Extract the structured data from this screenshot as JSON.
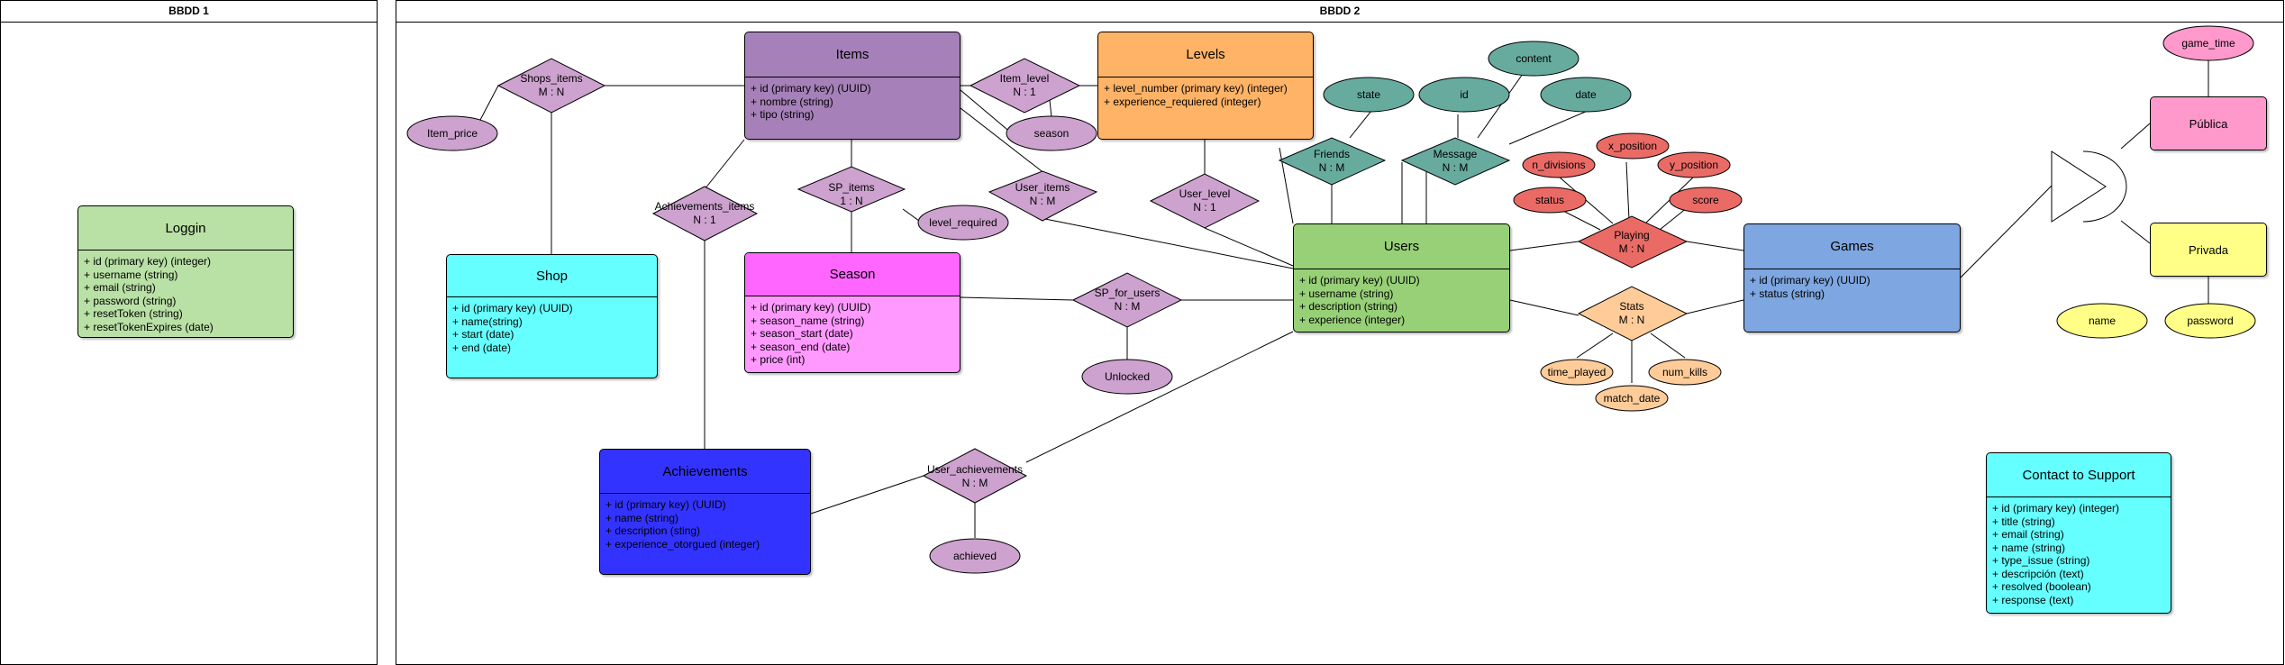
{
  "pools": [
    {
      "id": "bbdd1",
      "label": "BBDD 1"
    },
    {
      "id": "bbdd2",
      "label": "BBDD 2"
    }
  ],
  "entities": {
    "loggin": {
      "title": "Loggin",
      "color": "#b9e0a5",
      "fields": [
        "+ id (primary key) (integer)",
        "+ username (string)",
        "+ email (string)",
        "+ password (string)",
        "+ resetToken (string)",
        "+ resetTokenExpires (date)"
      ]
    },
    "items": {
      "title": "Items",
      "color": "#a680b8",
      "body_color": "#a680b8",
      "fields": [
        "+ id (primary key) (UUID)",
        "+ nombre (string)",
        "+ tipo (string)"
      ]
    },
    "levels": {
      "title": "Levels",
      "color": "#ffb366",
      "body_color": "#ffb366",
      "fields": [
        "+ level_number (primary key) (integer)",
        "+ experience_requiered (integer)"
      ]
    },
    "shop": {
      "title": "Shop",
      "color": "#66ffff",
      "body_color": "#66ffff",
      "fields": [
        "+ id (primary key) (UUID)",
        "+ name(string)",
        "+ start (date)",
        "+ end (date)"
      ]
    },
    "season": {
      "title": "Season",
      "color": "#ff66ff",
      "body_color": "#ff99ff",
      "fields": [
        "+ id (primary key) (UUID)",
        "+ season_name (string)",
        "+ season_start (date)",
        "+ season_end (date)",
        "+ price (int)"
      ]
    },
    "users": {
      "title": "Users",
      "color": "#97d077",
      "body_color": "#97d077",
      "fields": [
        "+ id (primary key) (UUID)",
        "+ username (string)",
        "+ description (string)",
        "+ experience (integer)"
      ]
    },
    "games": {
      "title": "Games",
      "color": "#7ea6e0",
      "body_color": "#7ea6e0",
      "fields": [
        "+ id (primary key) (UUID)",
        "+ status (string)"
      ]
    },
    "achievements": {
      "title": "Achievements",
      "color": "#3333ff",
      "body_color": "#3333ff",
      "fields": [
        "+ id (primary key) (UUID)",
        "+ name (string)",
        "+ description (sting)",
        "+ experience_otorgued (integer)"
      ]
    },
    "contact": {
      "title": "Contact to Support",
      "color": "#66ffff",
      "body_color": "#66ffff",
      "fields": [
        "+ id (primary key) (integer)",
        "+ title (string)",
        "+ email (string)",
        "+ name (string)",
        "+ type_issue (string)",
        "+ descripción (text)",
        "+ resolved (boolean)",
        "+ response (text)"
      ]
    },
    "publica": {
      "title": "Pública",
      "color": "#ff99cc"
    },
    "privada": {
      "title": "Privada",
      "color": "#ffff88"
    }
  },
  "relationships": [
    {
      "id": "shops-items",
      "name": "Shops_items",
      "card": "M : N",
      "color": "#cda2cf"
    },
    {
      "id": "item-level",
      "name": "Item_level",
      "card": "N : 1",
      "color": "#cda2cf"
    },
    {
      "id": "achievements-items",
      "name": "Achievements_items",
      "card": "N : 1",
      "color": "#cda2cf"
    },
    {
      "id": "sp-items",
      "name": "SP_items",
      "card": "1 : N",
      "color": "#cda2cf"
    },
    {
      "id": "user-items",
      "name": "User_items",
      "card": "N : M",
      "color": "#cda2cf"
    },
    {
      "id": "user-level",
      "name": "User_level",
      "card": "N : 1",
      "color": "#cda2cf"
    },
    {
      "id": "sp-for-users",
      "name": "SP_for_users",
      "card": "N : M",
      "color": "#cda2cf"
    },
    {
      "id": "user-achievements",
      "name": "User_achievements",
      "card": "N : M",
      "color": "#cda2cf"
    },
    {
      "id": "friends",
      "name": "Friends",
      "card": "N : M",
      "color": "#67ab9f"
    },
    {
      "id": "message",
      "name": "Message",
      "card": "N : M",
      "color": "#67ab9f"
    },
    {
      "id": "playing",
      "name": "Playing",
      "card": "M : N",
      "color": "#ea6b66"
    },
    {
      "id": "stats",
      "name": "Stats",
      "card": "M : N",
      "color": "#ffcc99"
    }
  ],
  "attributes": [
    {
      "id": "item-price",
      "label": "Item_price",
      "color": "#cda2cf"
    },
    {
      "id": "season-attr",
      "label": "season",
      "color": "#cda2cf"
    },
    {
      "id": "level-required",
      "label": "level_required",
      "color": "#cda2cf"
    },
    {
      "id": "unlocked",
      "label": "Unlocked",
      "color": "#cda2cf"
    },
    {
      "id": "achieved",
      "label": "achieved",
      "color": "#cda2cf"
    },
    {
      "id": "state",
      "label": "state",
      "color": "#67ab9f"
    },
    {
      "id": "msg-id",
      "label": "id",
      "color": "#67ab9f"
    },
    {
      "id": "content",
      "label": "content",
      "color": "#67ab9f"
    },
    {
      "id": "date",
      "label": "date",
      "color": "#67ab9f"
    },
    {
      "id": "n-divisions",
      "label": "n_divisions",
      "color": "#ea6b66"
    },
    {
      "id": "x-position",
      "label": "x_position",
      "color": "#ea6b66"
    },
    {
      "id": "y-position",
      "label": "y_position",
      "color": "#ea6b66"
    },
    {
      "id": "status",
      "label": "status",
      "color": "#ea6b66"
    },
    {
      "id": "score",
      "label": "score",
      "color": "#ea6b66"
    },
    {
      "id": "time-played",
      "label": "time_played",
      "color": "#ffcc99"
    },
    {
      "id": "match-date",
      "label": "match_date",
      "color": "#ffcc99"
    },
    {
      "id": "num-kills",
      "label": "num_kills",
      "color": "#ffcc99"
    },
    {
      "id": "game-time",
      "label": "game_time",
      "color": "#ff99cc"
    },
    {
      "id": "name",
      "label": "name",
      "color": "#ffff88"
    },
    {
      "id": "password",
      "label": "password",
      "color": "#ffff88"
    }
  ]
}
